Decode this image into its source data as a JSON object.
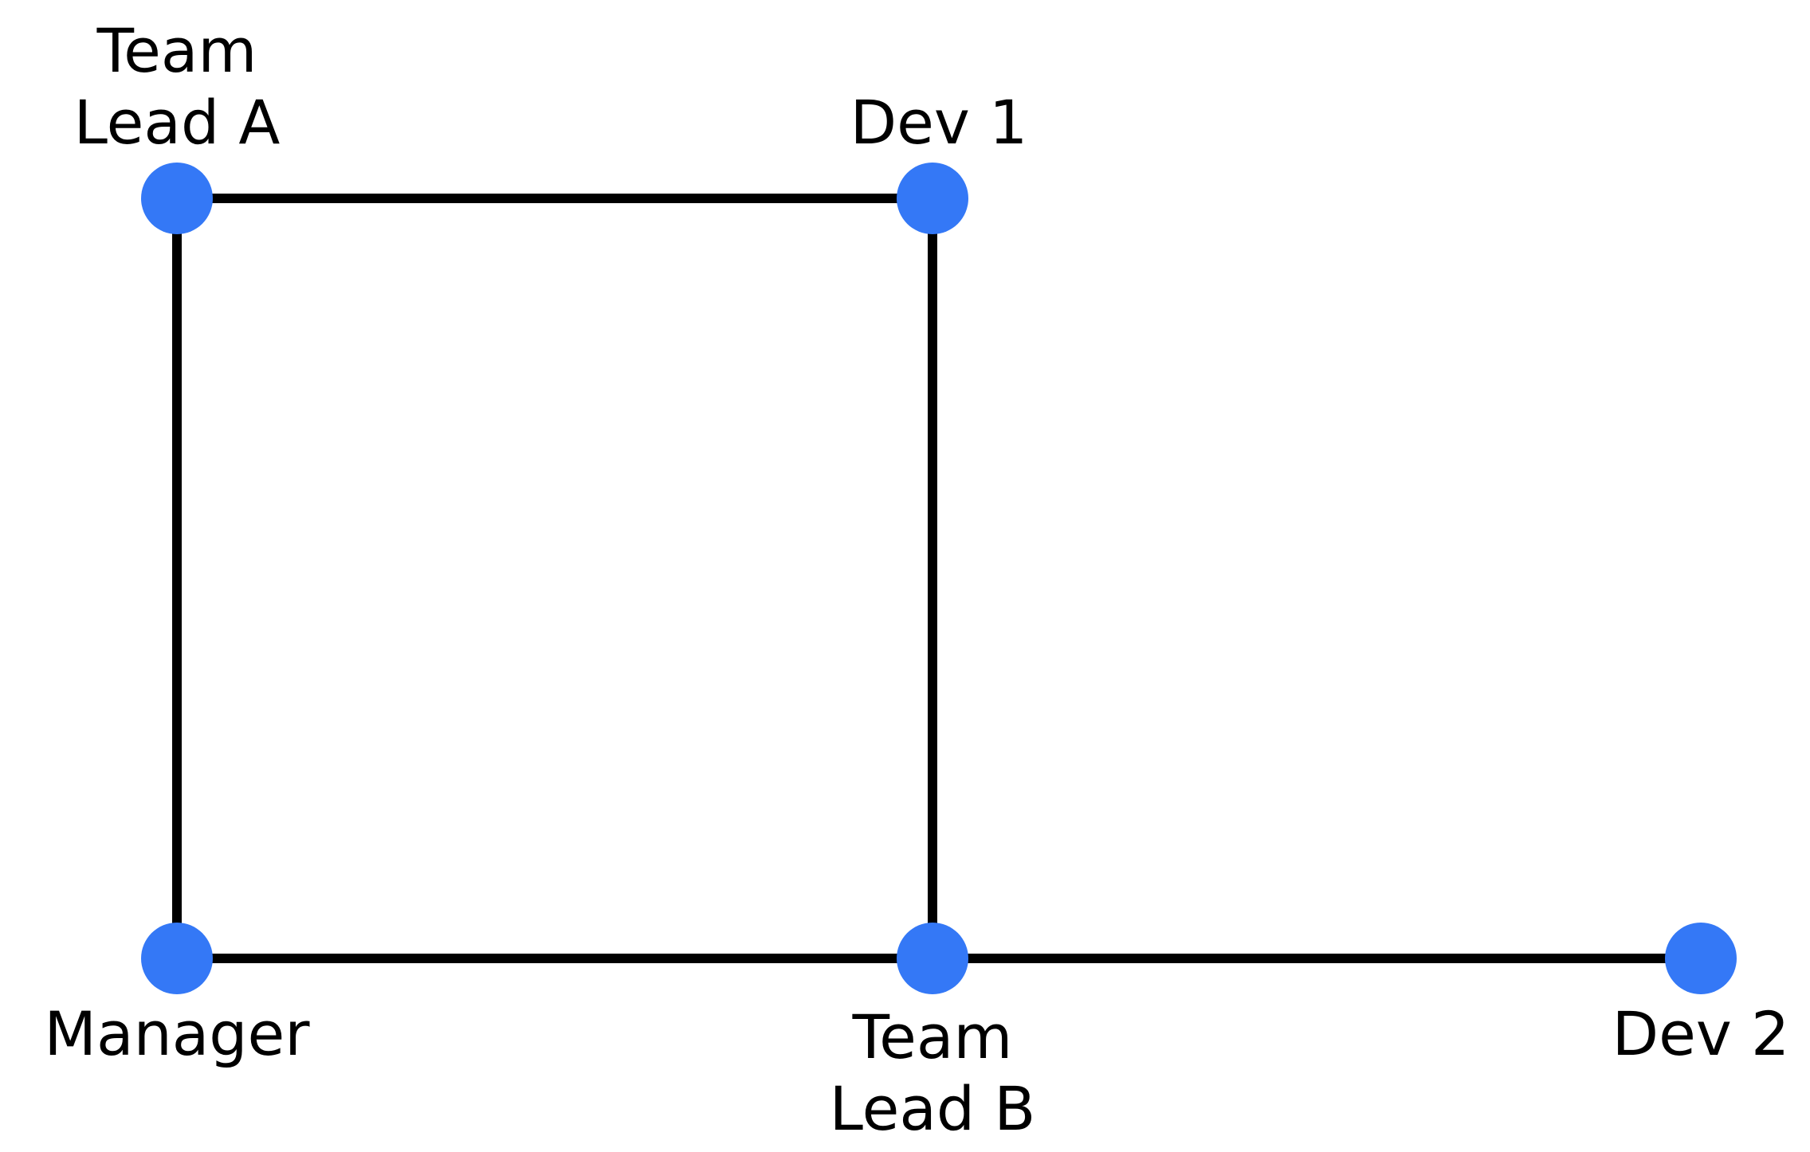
{
  "colors": {
    "node_fill": "#3478f6",
    "edge_stroke": "#000000",
    "label_text": "#000000",
    "background": "#ffffff"
  },
  "nodes": [
    {
      "id": "team-lead-a",
      "label_lines": [
        "Team",
        "Lead A"
      ]
    },
    {
      "id": "dev-1",
      "label_lines": [
        "Dev 1"
      ]
    },
    {
      "id": "manager",
      "label_lines": [
        "Manager"
      ]
    },
    {
      "id": "team-lead-b",
      "label_lines": [
        "Team",
        "Lead B"
      ]
    },
    {
      "id": "dev-2",
      "label_lines": [
        "Dev 2"
      ]
    }
  ],
  "edges": [
    {
      "from": "team-lead-a",
      "to": "dev-1"
    },
    {
      "from": "team-lead-a",
      "to": "manager"
    },
    {
      "from": "dev-1",
      "to": "team-lead-b"
    },
    {
      "from": "manager",
      "to": "team-lead-b"
    },
    {
      "from": "team-lead-b",
      "to": "dev-2"
    }
  ]
}
